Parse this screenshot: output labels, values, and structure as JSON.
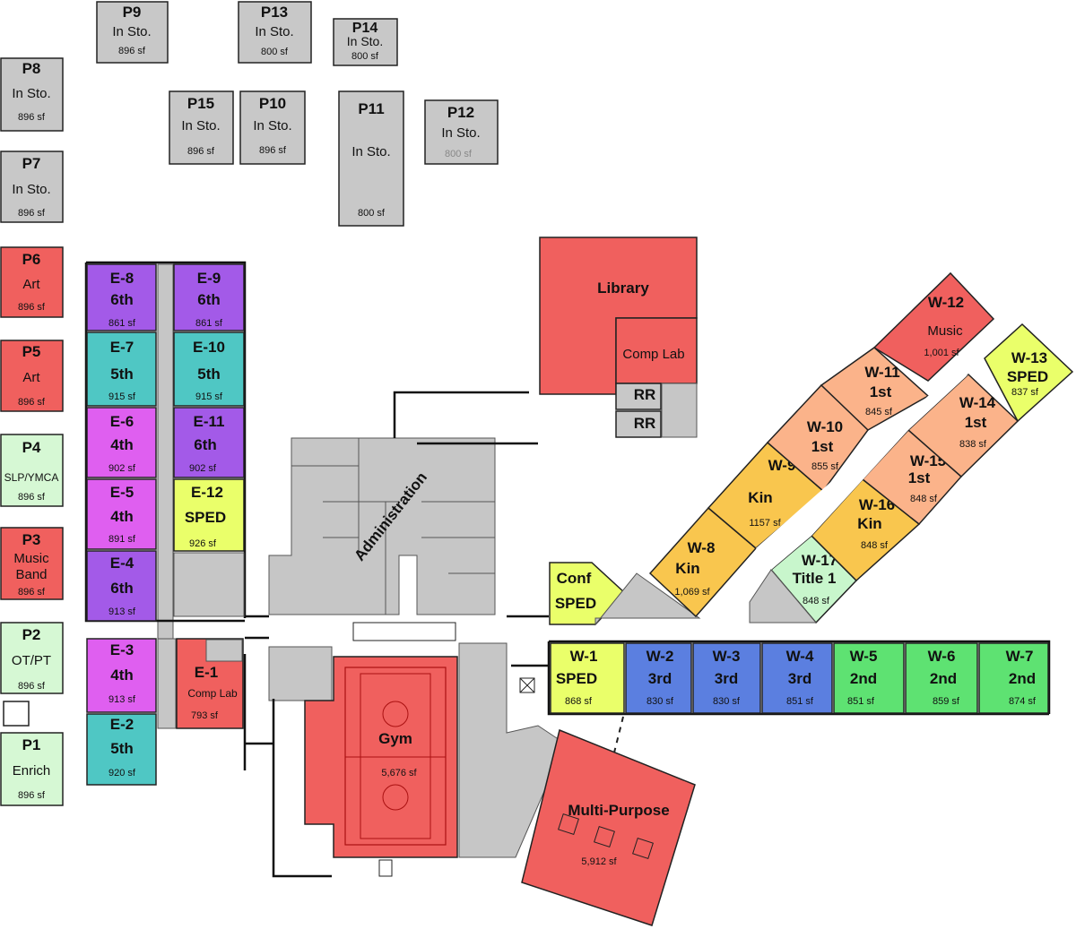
{
  "colors": {
    "storage": "#c8c8c8",
    "art_music": "#f0605e",
    "support": "#d6f8d4",
    "sixth": "#a35ae8",
    "fifth": "#4fc7c4",
    "fourth": "#df5ff0",
    "sped": "#eaff6a",
    "kin_first": "#f9c64e",
    "first_grade": "#fbb38a",
    "third": "#5b7fe0",
    "second": "#5ee272",
    "title1": "#c8f6cc",
    "hall": "#c6c6c6"
  },
  "portables": {
    "p1": {
      "name": "P1",
      "use": "Enrich",
      "area": "896 sf"
    },
    "p2": {
      "name": "P2",
      "use": "OT/PT",
      "area": "896 sf"
    },
    "p3": {
      "name": "P3",
      "use": "Music",
      "use2": "Band",
      "area": "896 sf"
    },
    "p4": {
      "name": "P4",
      "use": "SLP/YMCA",
      "area": "896 sf"
    },
    "p5": {
      "name": "P5",
      "use": "Art",
      "area": "896 sf"
    },
    "p6": {
      "name": "P6",
      "use": "Art",
      "area": "896 sf"
    },
    "p7": {
      "name": "P7",
      "use": "In Sto.",
      "area": "896 sf"
    },
    "p8": {
      "name": "P8",
      "use": "In Sto.",
      "area": "896 sf"
    },
    "p9": {
      "name": "P9",
      "use": "In Sto.",
      "area": "896 sf"
    },
    "p10": {
      "name": "P10",
      "use": "In Sto.",
      "area": "896 sf"
    },
    "p11": {
      "name": "P11",
      "use": "In Sto.",
      "area": "800 sf"
    },
    "p12": {
      "name": "P12",
      "use": "In Sto.",
      "area": "800 sf"
    },
    "p13": {
      "name": "P13",
      "use": "In Sto.",
      "area": "800 sf"
    },
    "p14": {
      "name": "P14",
      "use": "In Sto.",
      "area": "800 sf"
    },
    "p15": {
      "name": "P15",
      "use": "In Sto.",
      "area": "896 sf"
    }
  },
  "east_wing": {
    "e8": {
      "name": "E-8",
      "grade": "6th",
      "area": "861 sf"
    },
    "e9": {
      "name": "E-9",
      "grade": "6th",
      "area": "861 sf"
    },
    "e7": {
      "name": "E-7",
      "grade": "5th",
      "area": "915 sf"
    },
    "e10": {
      "name": "E-10",
      "grade": "5th",
      "area": "915 sf"
    },
    "e6": {
      "name": "E-6",
      "grade": "4th",
      "area": "902 sf"
    },
    "e11": {
      "name": "E-11",
      "grade": "6th",
      "area": "902 sf"
    },
    "e5": {
      "name": "E-5",
      "grade": "4th",
      "area": "891 sf"
    },
    "e12": {
      "name": "E-12",
      "grade": "SPED",
      "area": "926 sf"
    },
    "e4": {
      "name": "E-4",
      "grade": "6th",
      "area": "913 sf"
    },
    "e3": {
      "name": "E-3",
      "grade": "4th",
      "area": "913 sf"
    },
    "e1": {
      "name": "E-1",
      "grade": "Comp Lab",
      "area": "793 sf"
    },
    "e2": {
      "name": "E-2",
      "grade": "5th",
      "area": "920 sf"
    }
  },
  "west_wing": {
    "w1": {
      "name": "W-1",
      "grade": "SPED",
      "area": "868 sf"
    },
    "w2": {
      "name": "W-2",
      "grade": "3rd",
      "area": "830 sf"
    },
    "w3": {
      "name": "W-3",
      "grade": "3rd",
      "area": "830 sf"
    },
    "w4": {
      "name": "W-4",
      "grade": "3rd",
      "area": "851 sf"
    },
    "w5": {
      "name": "W-5",
      "grade": "2nd",
      "area": "851 sf"
    },
    "w6": {
      "name": "W-6",
      "grade": "2nd",
      "area": "859 sf"
    },
    "w7": {
      "name": "W-7",
      "grade": "2nd",
      "area": "874 sf"
    },
    "w8": {
      "name": "W-8",
      "grade": "Kin",
      "area": "1,069 sf"
    },
    "w9": {
      "name": "W-9",
      "grade": "Kin",
      "area": "1157 sf"
    },
    "w10": {
      "name": "W-10",
      "grade": "1st",
      "area": "855 sf"
    },
    "w11": {
      "name": "W-11",
      "grade": "1st",
      "area": "845 sf"
    },
    "w12": {
      "name": "W-12",
      "grade": "Music",
      "area": "1,001 sf"
    },
    "w13": {
      "name": "W-13",
      "grade": "SPED",
      "area": "837 sf"
    },
    "w14": {
      "name": "W-14",
      "grade": "1st",
      "area": "838 sf"
    },
    "w15": {
      "name": "W-15",
      "grade": "1st",
      "area": "848 sf"
    },
    "w16": {
      "name": "W-16",
      "grade": "Kin",
      "area": "848 sf"
    },
    "w17": {
      "name": "W-17",
      "grade": "Title 1",
      "area": "848 sf"
    }
  },
  "common": {
    "library": "Library",
    "comp_lab": "Comp Lab",
    "rr": "RR",
    "administration": "Administration",
    "conf": "Conf",
    "conf_sped": "SPED",
    "gym": "Gym",
    "gym_area": "5,676 sf",
    "multipurpose": "Multi-Purpose",
    "multipurpose_area": "5,912 sf"
  }
}
